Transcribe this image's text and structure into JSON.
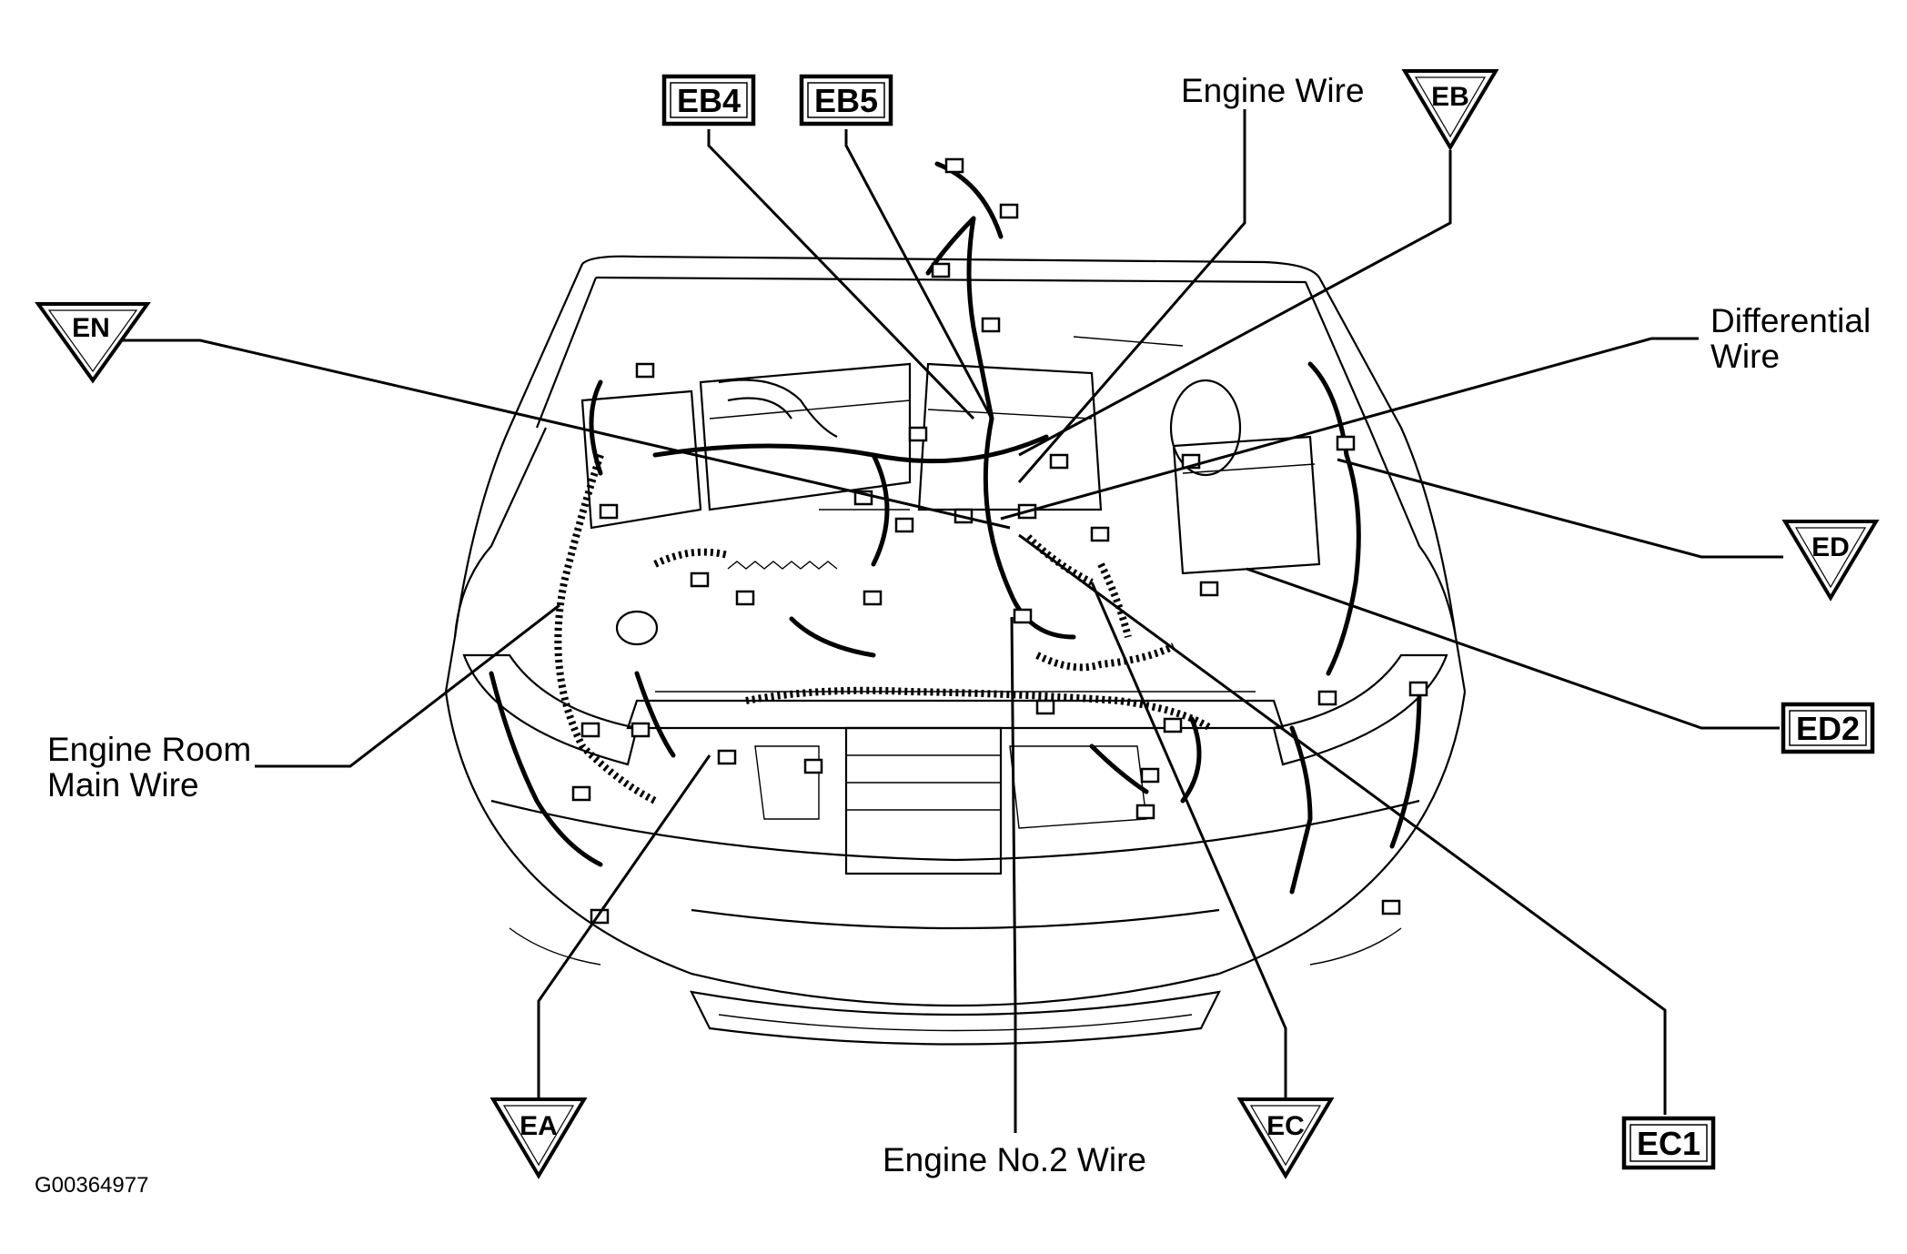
{
  "labels": {
    "engine_wire": "Engine Wire",
    "differential_wire_line1": "Differential",
    "differential_wire_line2": "Wire",
    "engine_room_main_wire_line1": "Engine Room",
    "engine_room_main_wire_line2": "Main Wire",
    "engine_no2_wire": "Engine No.2 Wire"
  },
  "boxed_codes": {
    "eb4": "EB4",
    "eb5": "EB5",
    "ed2": "ED2",
    "ec1": "EC1"
  },
  "triangle_codes": {
    "en": "EN",
    "eb": "EB",
    "ed": "ED",
    "ea": "EA",
    "ec": "EC"
  },
  "figure_id": "G00364977"
}
